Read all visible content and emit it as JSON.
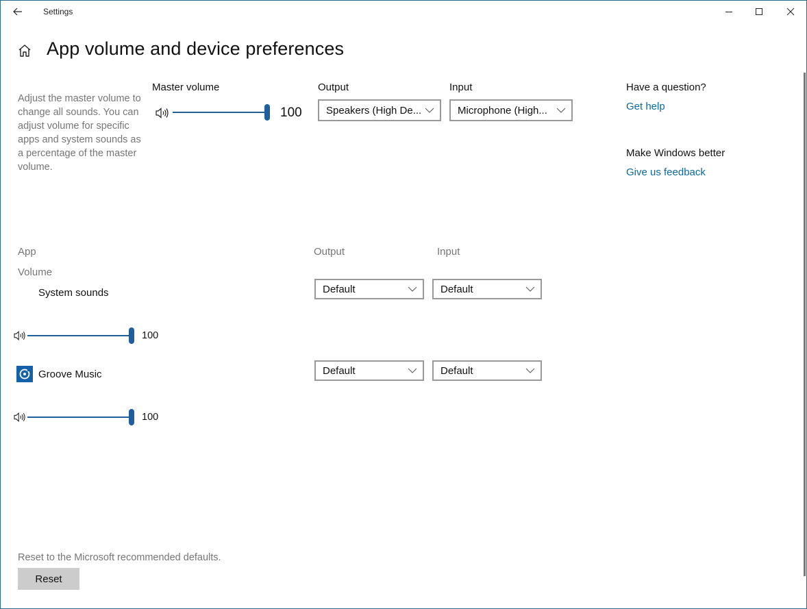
{
  "window": {
    "title": "Settings",
    "icons": {
      "back": "back-arrow-icon",
      "minimize": "minimize-icon",
      "maximize": "maximize-icon",
      "close": "close-icon"
    }
  },
  "header": {
    "home_icon": "home-icon",
    "title": "App volume and device preferences"
  },
  "master": {
    "description": "Adjust the master volume to change all sounds. You can adjust volume for specific apps and system sounds as a percentage of the master volume.",
    "volume_label": "Master volume",
    "volume_value": "100",
    "output_label": "Output",
    "output_value": "Speakers (High De...",
    "input_label": "Input",
    "input_value": "Microphone (High..."
  },
  "help": {
    "question_heading": "Have a question?",
    "get_help_link": "Get help",
    "better_heading": "Make Windows better",
    "feedback_link": "Give us feedback"
  },
  "apps": {
    "col_app": "App",
    "col_volume": "Volume",
    "col_output": "Output",
    "col_input": "Input",
    "items": [
      {
        "name": "System sounds",
        "volume": "100",
        "output": "Default",
        "input": "Default",
        "icon": "none"
      },
      {
        "name": "Groove Music",
        "volume": "100",
        "output": "Default",
        "input": "Default",
        "icon": "groove-music-icon"
      }
    ]
  },
  "reset": {
    "description": "Reset to the Microsoft recommended defaults.",
    "button_label": "Reset"
  },
  "colors": {
    "accent": "#1e5f9c",
    "link": "#0a6a9e",
    "secondary_text": "#767676",
    "groove_icon_bg": "#1461a8",
    "window_border": "#2b6a8a"
  }
}
